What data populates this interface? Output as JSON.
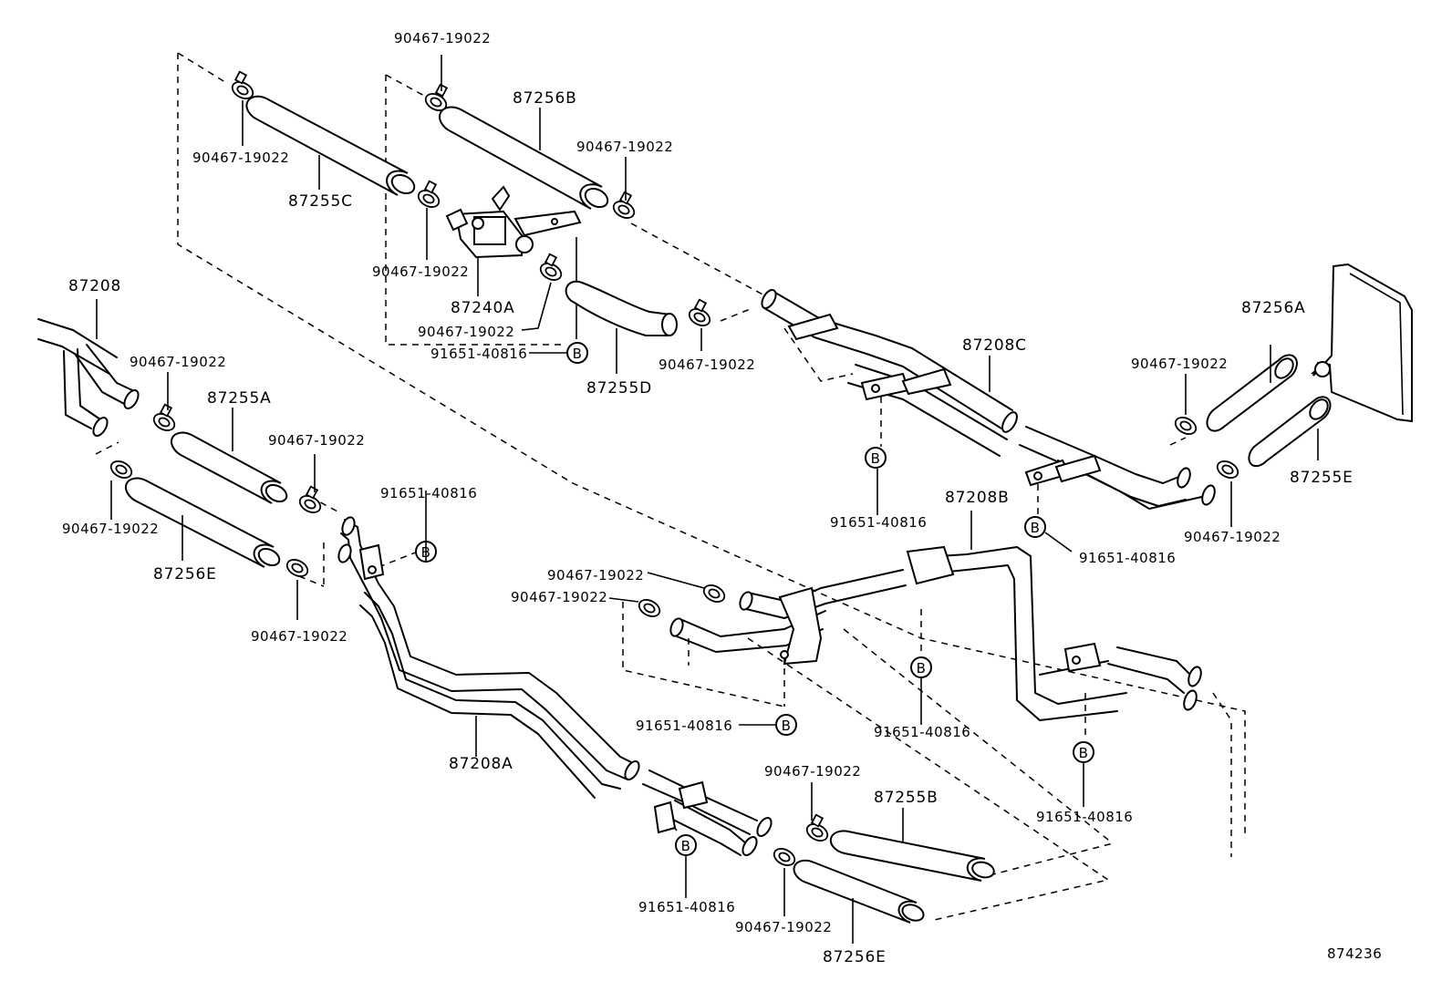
{
  "diagram_number": "874236",
  "parts": {
    "p87208": "87208",
    "p87208A": "87208A",
    "p87208B": "87208B",
    "p87208C": "87208C",
    "p87240A": "87240A",
    "p87255A": "87255A",
    "p87255B": "87255B",
    "p87255C": "87255C",
    "p87255D": "87255D",
    "p87255E": "87255E",
    "p87256A": "87256A",
    "p87256B": "87256B",
    "p87256E": "87256E",
    "clip": "90467-19022",
    "bolt": "91651-40816",
    "ref_b": "B"
  }
}
